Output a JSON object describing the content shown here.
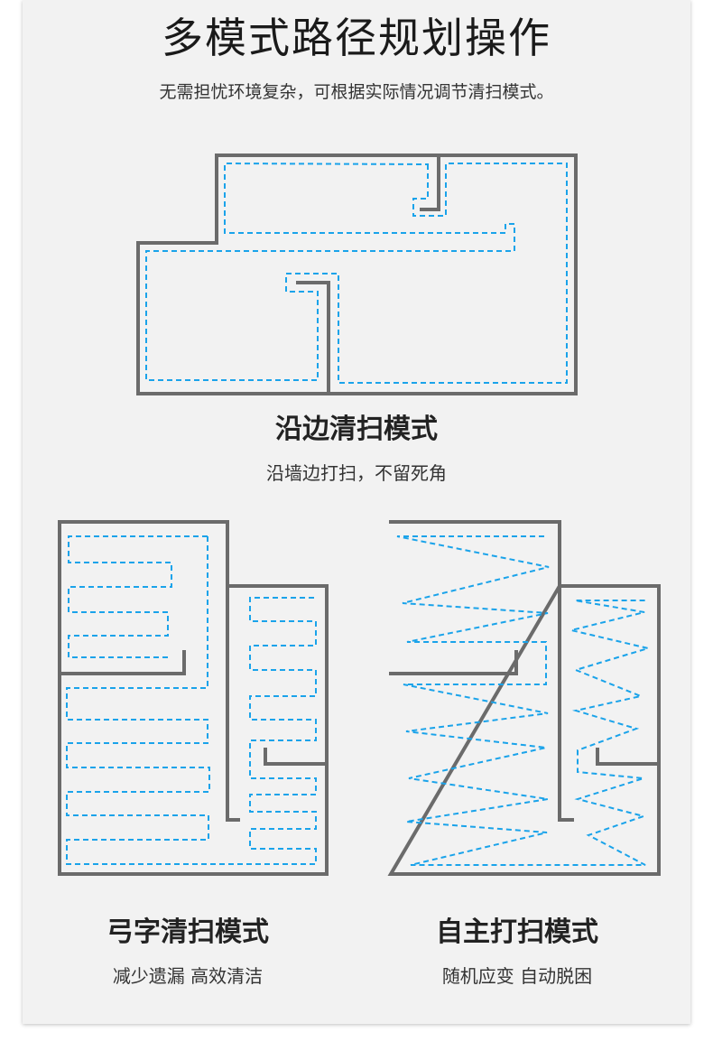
{
  "header": {
    "title": "多模式路径规划操作",
    "subtitle": "无需担忧环境复杂，可根据实际情况调节清扫模式。"
  },
  "modes": [
    {
      "name": "沿边清扫模式",
      "desc": "沿墙边打扫，不留死角"
    },
    {
      "name": "弓字清扫模式",
      "desc": "减少遗漏  高效清洁"
    },
    {
      "name": "自主打扫模式",
      "desc": "随机应变  自动脱困"
    }
  ],
  "colors": {
    "wall": "#6b6b6b",
    "path": "#1aa3ea",
    "panel": "#f2f2f2"
  }
}
